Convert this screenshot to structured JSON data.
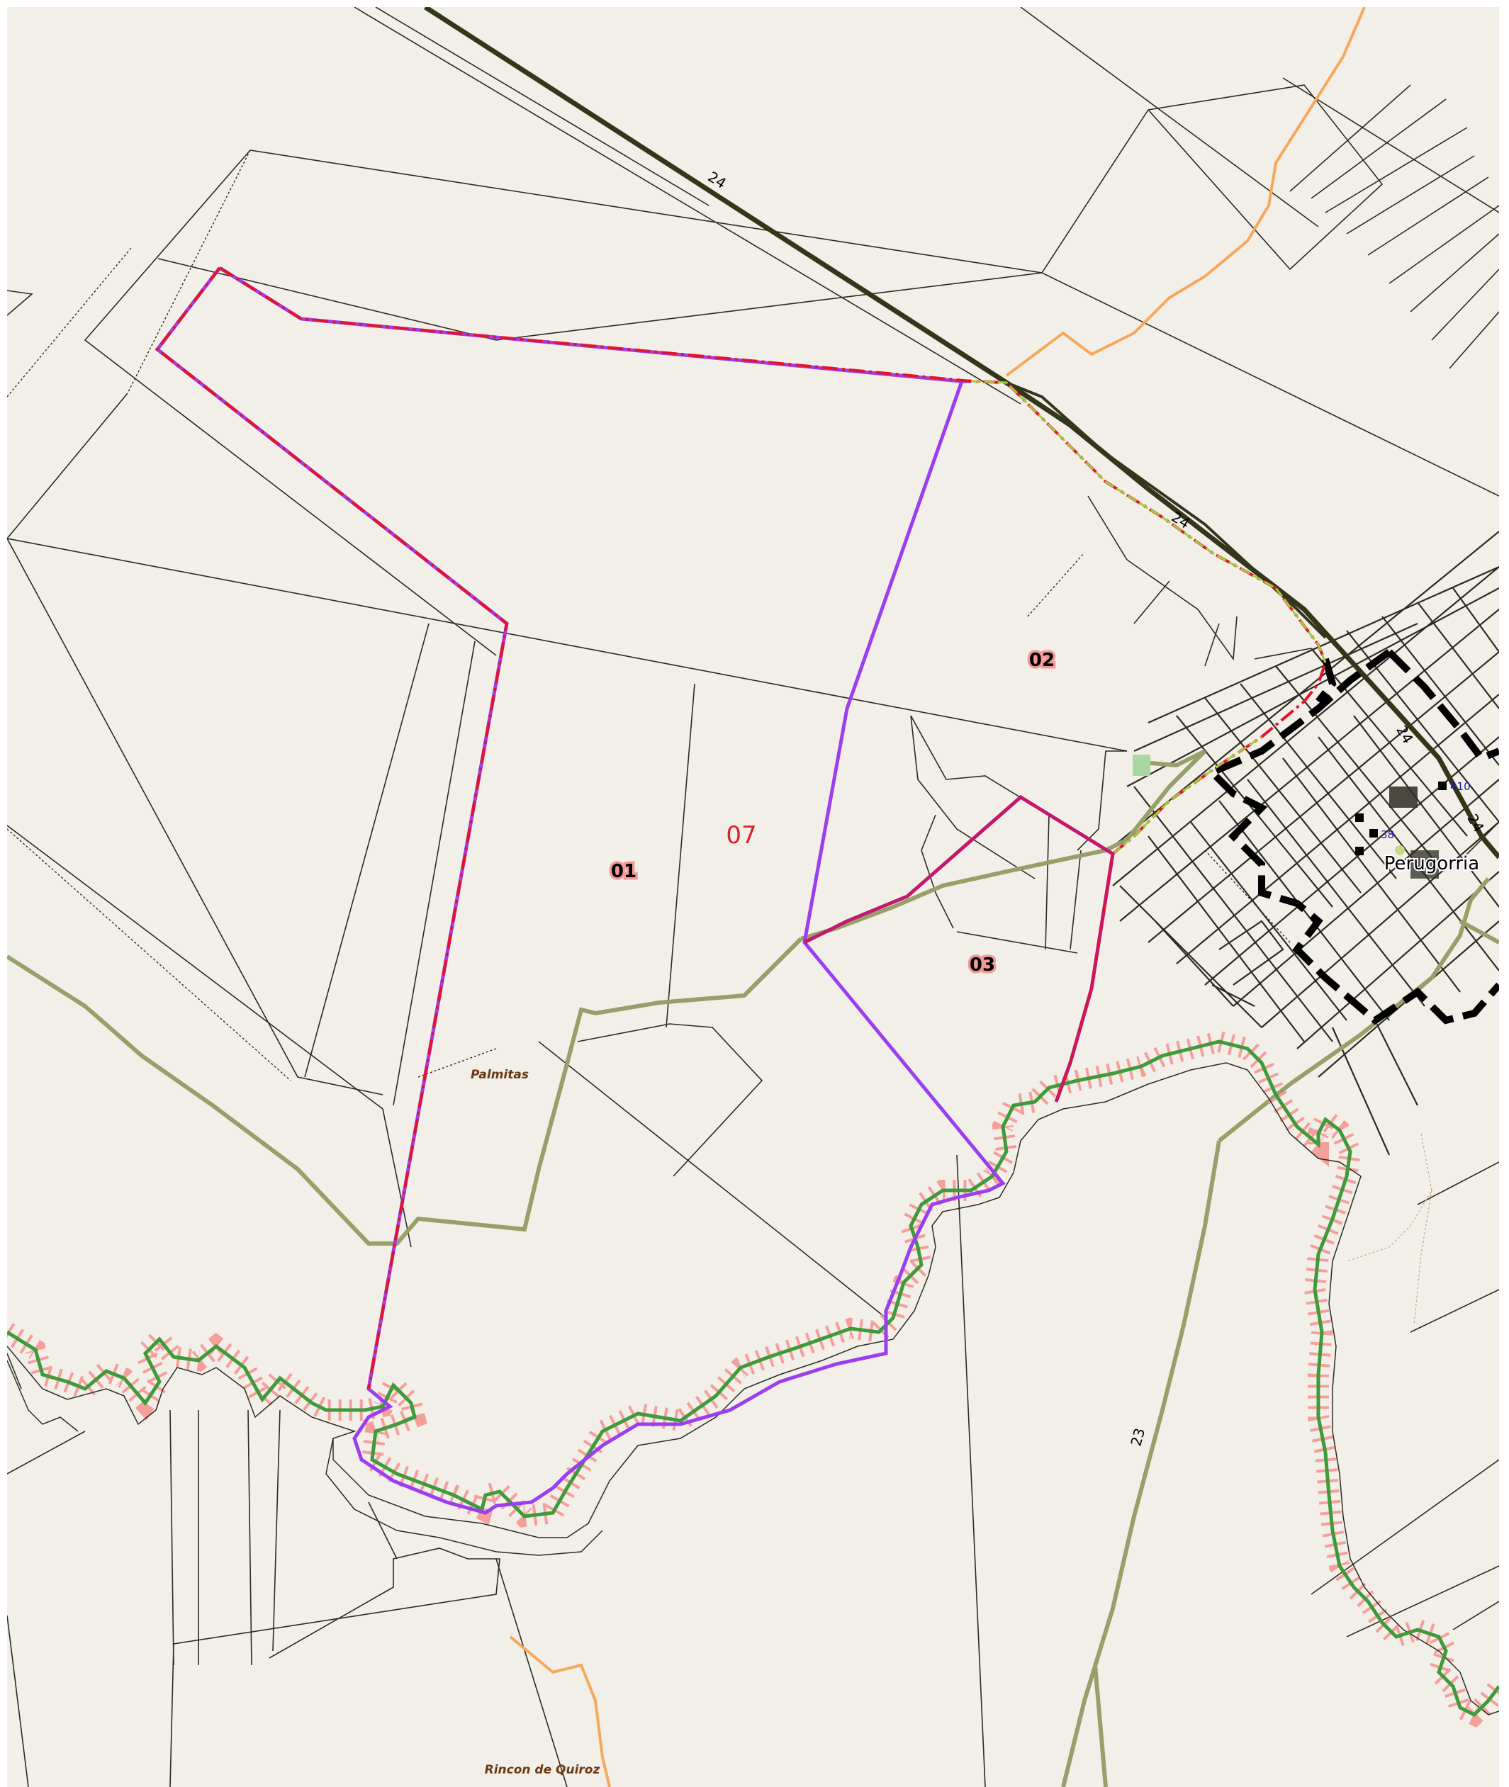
{
  "map": {
    "colors": {
      "background": "#f2efe9",
      "frame": "#ffffff",
      "parcel_line": "#2b2b22",
      "highway": "#34361c",
      "road_green": "#97a06a",
      "river_green": "#3f9a3a",
      "river_hatch": "#f49a96",
      "orange_road": "#f4a85c",
      "purple_boundary": "#9b3ef0",
      "red_boundary": "#e3142a",
      "magenta_boundary": "#c2186e",
      "dashed_black": "#000000",
      "yellow_green": "#a6cc3a"
    },
    "zones": {
      "z01": "01",
      "z02": "02",
      "z03": "03",
      "z07": "07"
    },
    "places": {
      "palmitas": "Palmitas",
      "rincon": "Rincon de Quiroz",
      "perugorria": "Perugorria"
    },
    "roads": {
      "r24_a": "24",
      "r24_b": "24",
      "r24_c": "24",
      "r24_d": "24",
      "r23": "23"
    },
    "pois": {
      "p410": "410",
      "p38": "38"
    }
  }
}
